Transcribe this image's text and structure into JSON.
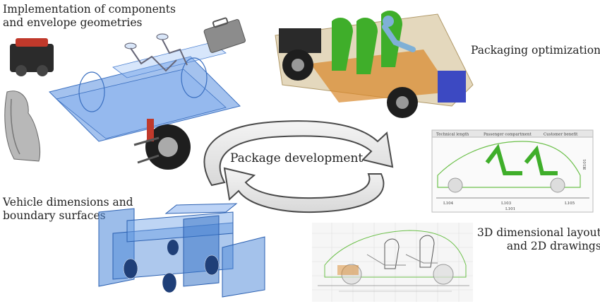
{
  "labels": {
    "components": [
      "Implementation of components",
      "and envelope geometries"
    ],
    "packaging": "Packaging optimization",
    "center": "Package development",
    "dimensions": [
      "Vehicle dimensions and",
      "boundary surfaces"
    ],
    "layout": [
      "3D dimensional layout",
      "and 2D drawings"
    ]
  },
  "drawing_labels": {
    "header": [
      "Technical length",
      "Passenger compartment",
      "Customer benefit"
    ],
    "dims": [
      "L104",
      "L103",
      "L105",
      "L101",
      "H101"
    ]
  },
  "colors": {
    "arrow_fill": "#e4e4e4",
    "arrow_stroke": "#4a4a4a",
    "plane_blue": "#4a86d8",
    "seat_green": "#3fae2a",
    "frame_orange": "#d9872a"
  }
}
